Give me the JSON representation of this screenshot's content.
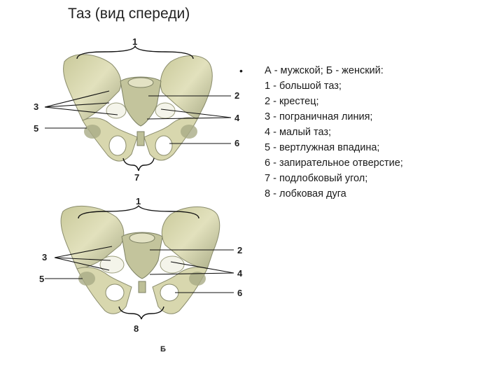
{
  "slide": {
    "title": "Таз (вид спереди)"
  },
  "legend": {
    "bullet": "•",
    "lines": [
      "А - мужской; Б - женский:",
      "1 - большой таз;",
      "2 - крестец;",
      "3 - пограничная линия;",
      "4 - малый таз;",
      "5 - вертлужная впадина;",
      "6 - запирательное отверстие;",
      "7 - подлобковый угол;",
      "8 - лобковая дуга"
    ]
  },
  "figure_male": {
    "labels": {
      "n1": "1",
      "n2": "2",
      "n3": "3",
      "n4": "4",
      "n5": "5",
      "n6": "6",
      "n7": "7"
    }
  },
  "figure_female": {
    "labels": {
      "n1": "1",
      "n2": "2",
      "n3": "3",
      "n4": "4",
      "n5": "5",
      "n6": "6",
      "n8": "8"
    },
    "caption": "Б"
  },
  "colors": {
    "bone": "#d9d8b0",
    "bone_shade": "#aeb08a",
    "bone_dark": "#7e8264",
    "line": "#111111"
  }
}
